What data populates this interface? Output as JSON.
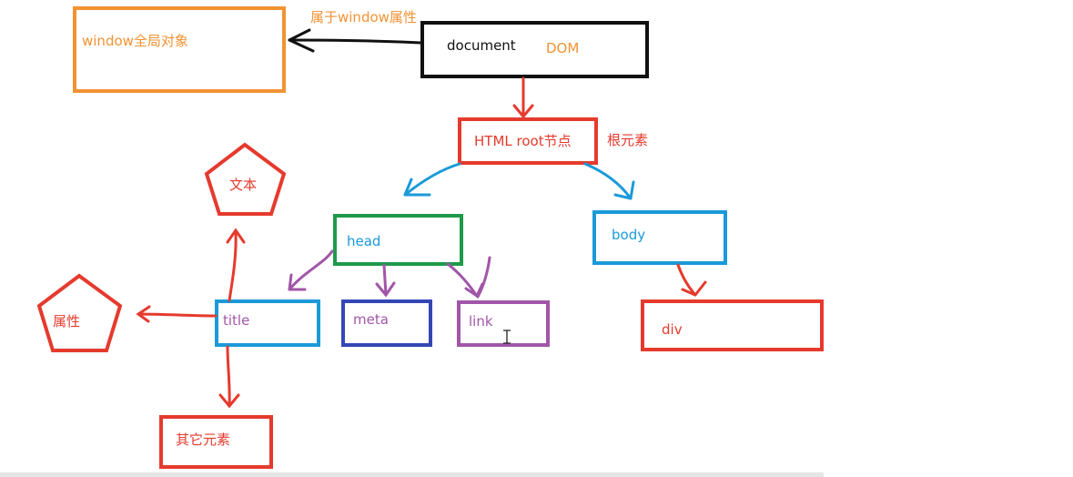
{
  "colors": {
    "orange": "#f39233",
    "red": "#e53a2d",
    "black": "#111111",
    "blue": "#1a9ad9",
    "green": "#1e9a4a",
    "navy": "#3447b4",
    "purple": "#a156a8"
  },
  "nodes": {
    "window": "window全局对象",
    "document": "document",
    "dom": "DOM",
    "html_root": "HTML root节点",
    "head": "head",
    "body": "body",
    "title": "title",
    "meta": "meta",
    "link": "link",
    "div": "div",
    "text": "文本",
    "attribute": "属性",
    "other_elements": "其它元素"
  },
  "annotations": {
    "belongs_to_window": "属于window属性",
    "root_element": "根元素"
  },
  "cursor_icon": "text-cursor-icon"
}
